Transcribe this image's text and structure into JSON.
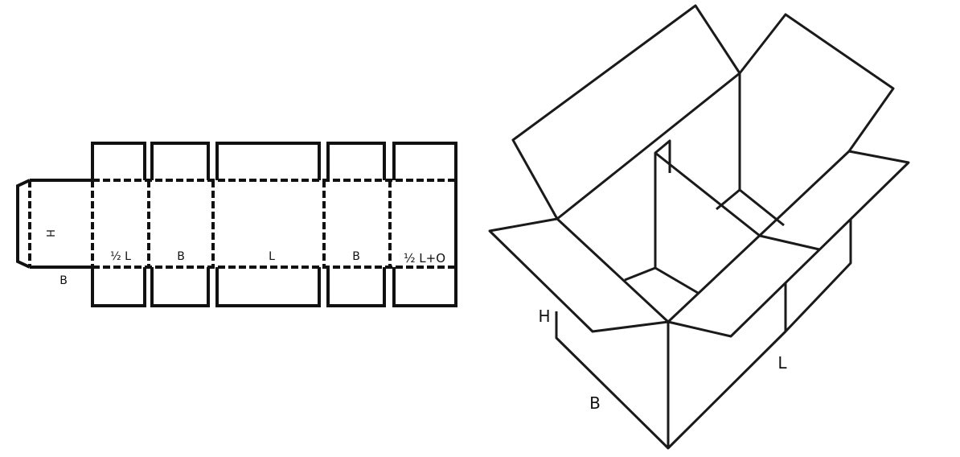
{
  "net": {
    "labels": {
      "h": "H",
      "half_l": "½ L",
      "b1": "B",
      "l": "L",
      "b2": "B",
      "half_l_o": "½ L+O",
      "b_below": "B"
    }
  },
  "box": {
    "labels": {
      "h": "H",
      "b": "B",
      "l": "L"
    }
  },
  "colors": {
    "line": "#111111",
    "background": "#ffffff"
  }
}
